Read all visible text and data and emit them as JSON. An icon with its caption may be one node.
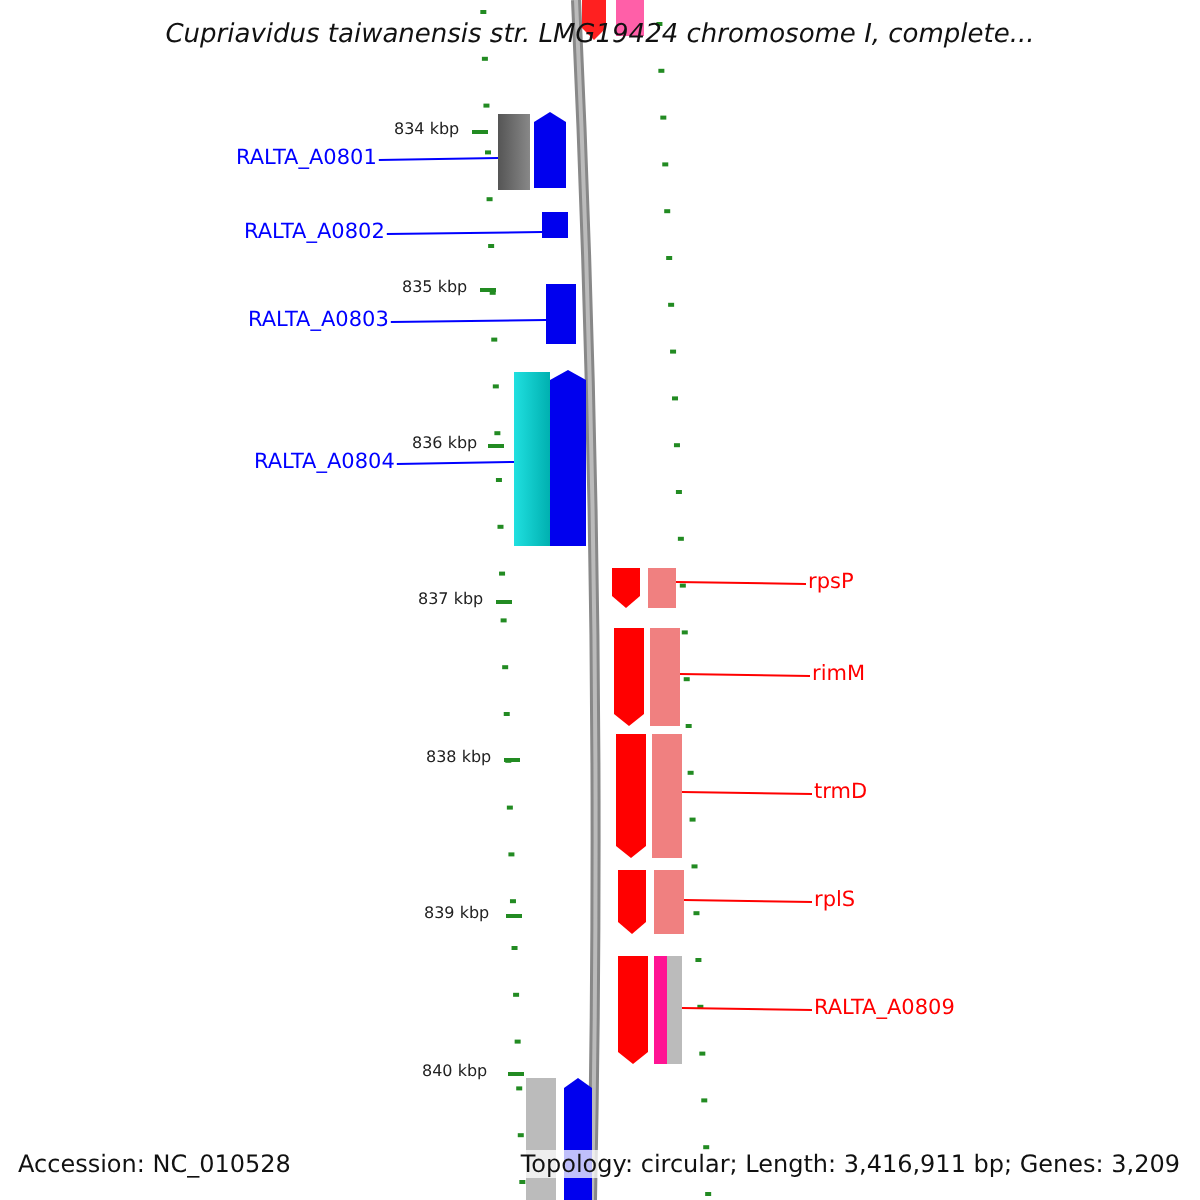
{
  "diagram": {
    "title": "Cupriavidus taiwanensis str. LMG19424 chromosome I, complete...",
    "nodes": [
      {
        "text": [
          "RALTA_A0801"
        ]
      },
      {
        "text": [
          "RALTA_A0802"
        ]
      },
      {
        "text": [
          "RALTA_A0803"
        ]
      },
      {
        "text": [
          "RALTA_A0804"
        ]
      },
      {
        "text": [
          "rpsP"
        ]
      },
      {
        "text": [
          "rimM"
        ]
      },
      {
        "text": [
          "trmD"
        ]
      },
      {
        "text": [
          "rplS"
        ]
      },
      {
        "text": [
          "RALTA_A0809"
        ]
      },
      {
        "text": [],
        "shape": "bar"
      },
      {
        "text": [],
        "shape": "bar"
      },
      {
        "text": [],
        "shape": "bar"
      },
      {
        "text": [],
        "shape": "bar"
      },
      {
        "text": [],
        "shape": "bar"
      },
      {
        "text": [],
        "shape": "bar"
      },
      {
        "text": [],
        "shape": "bar"
      },
      {
        "text": [],
        "shape": "bar"
      },
      {
        "text": [],
        "shape": "bar"
      }
    ],
    "edges": [
      {
        "from": 0,
        "to": 9,
        "arrow": "none",
        "color": "#0000ff"
      },
      {
        "from": 1,
        "to": 10,
        "arrow": "none",
        "color": "#0000ff"
      },
      {
        "from": 2,
        "to": 11,
        "arrow": "none",
        "color": "#0000ff"
      },
      {
        "from": 3,
        "to": 12,
        "arrow": "none",
        "color": "#0000ff"
      },
      {
        "from": 4,
        "to": 13,
        "arrow": "none"
      },
      {
        "from": 5,
        "to": 14,
        "arrow": "none"
      },
      {
        "from": 6,
        "to": 15,
        "arrow": "none"
      },
      {
        "from": 7,
        "to": 16,
        "arrow": "none"
      },
      {
        "from": 8,
        "to": 17,
        "arrow": "none"
      }
    ],
    "labels": [
      "834 kbp",
      "835 kbp",
      "836 kbp",
      "837 kbp",
      "838 kbp",
      "839 kbp",
      "840 kbp",
      "Accession: NC_010528",
      "Topology: circular; Length: 3,416,911 bp; Genes: 3,209"
    ]
  }
}
